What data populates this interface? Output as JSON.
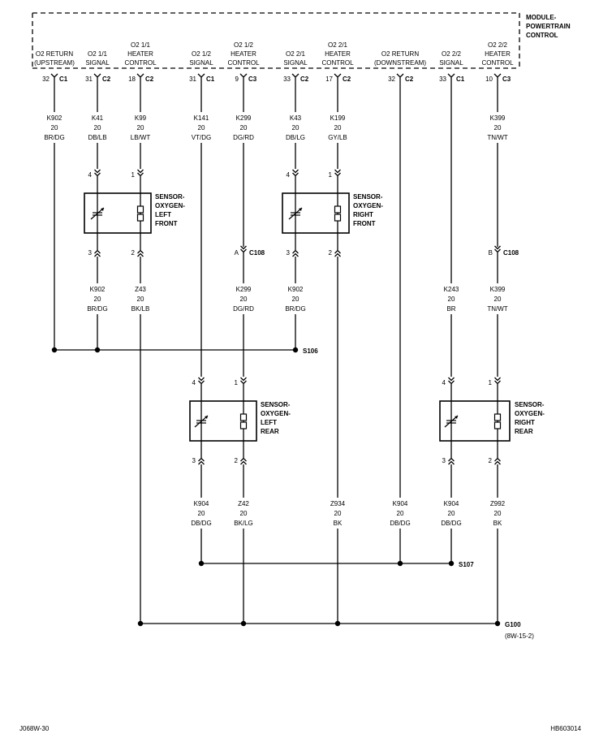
{
  "module": {
    "line1": "MODULE-",
    "line2": "POWERTRAIN",
    "line3": "CONTROL"
  },
  "columns": [
    {
      "l1": "O2 RETURN",
      "l2": "(UPSTREAM)",
      "pin": "32",
      "conn": "C1"
    },
    {
      "l1": "O2 1/1",
      "l2": "SIGNAL",
      "pin": "31",
      "conn": "C2"
    },
    {
      "l0": "O2 1/1",
      "l1": "HEATER",
      "l2": "CONTROL",
      "pin": "18",
      "conn": "C2"
    },
    {
      "l1": "O2 1/2",
      "l2": "SIGNAL",
      "pin": "31",
      "conn": "C1"
    },
    {
      "l0": "O2 1/2",
      "l1": "HEATER",
      "l2": "CONTROL",
      "pin": "9",
      "conn": "C3"
    },
    {
      "l1": "O2 2/1",
      "l2": "SIGNAL",
      "pin": "33",
      "conn": "C2"
    },
    {
      "l0": "O2 2/1",
      "l1": "HEATER",
      "l2": "CONTROL",
      "pin": "17",
      "conn": "C2"
    },
    {
      "l1": "O2 RETURN",
      "l2": "(DOWNSTREAM)",
      "pin": "32",
      "conn": "C2"
    },
    {
      "l1": "O2 2/2",
      "l2": "SIGNAL",
      "pin": "33",
      "conn": "C1"
    },
    {
      "l0": "O2 2/2",
      "l1": "HEATER",
      "l2": "CONTROL",
      "pin": "10",
      "conn": "C3"
    }
  ],
  "top_wires": [
    {
      "circuit": "K902",
      "gauge": "20",
      "color": "BR/DG"
    },
    {
      "circuit": "K41",
      "gauge": "20",
      "color": "DB/LB"
    },
    {
      "circuit": "K99",
      "gauge": "20",
      "color": "LB/WT"
    },
    {
      "circuit": "K141",
      "gauge": "20",
      "color": "VT/DG"
    },
    {
      "circuit": "K299",
      "gauge": "20",
      "color": "DG/RD"
    },
    {
      "circuit": "K43",
      "gauge": "20",
      "color": "DB/LG"
    },
    {
      "circuit": "K199",
      "gauge": "20",
      "color": "GY/LB"
    },
    {
      "circuit": "K399",
      "gauge": "20",
      "color": "TN/WT"
    }
  ],
  "mid_wires": [
    {
      "circuit": "K902",
      "gauge": "20",
      "color": "BR/DG"
    },
    {
      "circuit": "Z43",
      "gauge": "20",
      "color": "BK/LB"
    },
    {
      "circuit": "K299",
      "gauge": "20",
      "color": "DG/RD"
    },
    {
      "circuit": "K902",
      "gauge": "20",
      "color": "BR/DG"
    },
    {
      "circuit": "K243",
      "gauge": "20",
      "color": "BR"
    },
    {
      "circuit": "K399",
      "gauge": "20",
      "color": "TN/WT"
    }
  ],
  "low_wires": [
    {
      "circuit": "K904",
      "gauge": "20",
      "color": "DB/DG"
    },
    {
      "circuit": "Z42",
      "gauge": "20",
      "color": "BK/LG"
    },
    {
      "circuit": "Z934",
      "gauge": "20",
      "color": "BK"
    },
    {
      "circuit": "K904",
      "gauge": "20",
      "color": "DB/DG"
    },
    {
      "circuit": "K904",
      "gauge": "20",
      "color": "DB/DG"
    },
    {
      "circuit": "Z992",
      "gauge": "20",
      "color": "BK"
    }
  ],
  "sensors": [
    {
      "l1": "SENSOR-",
      "l2": "OXYGEN-",
      "l3": "LEFT",
      "l4": "FRONT",
      "pin_top_a": "4",
      "pin_top_b": "1",
      "pin_bot_a": "3",
      "pin_bot_b": "2"
    },
    {
      "l1": "SENSOR-",
      "l2": "OXYGEN-",
      "l3": "RIGHT",
      "l4": "FRONT",
      "pin_top_a": "4",
      "pin_top_b": "1",
      "pin_bot_a": "3",
      "pin_bot_b": "2"
    },
    {
      "l1": "SENSOR-",
      "l2": "OXYGEN-",
      "l3": "LEFT",
      "l4": "REAR",
      "pin_top_a": "4",
      "pin_top_b": "1",
      "pin_bot_a": "3",
      "pin_bot_b": "2"
    },
    {
      "l1": "SENSOR-",
      "l2": "OXYGEN-",
      "l3": "RIGHT",
      "l4": "REAR",
      "pin_top_a": "4",
      "pin_top_b": "1",
      "pin_bot_a": "3",
      "pin_bot_b": "2"
    }
  ],
  "c108": [
    {
      "pin": "A",
      "name": "C108"
    },
    {
      "pin": "B",
      "name": "C108"
    }
  ],
  "splices": {
    "s106": "S106",
    "s107": "S107"
  },
  "ground": {
    "name": "G100",
    "ref": "(8W-15-2)"
  },
  "footer": {
    "left": "J068W-30",
    "right": "HB603014"
  }
}
